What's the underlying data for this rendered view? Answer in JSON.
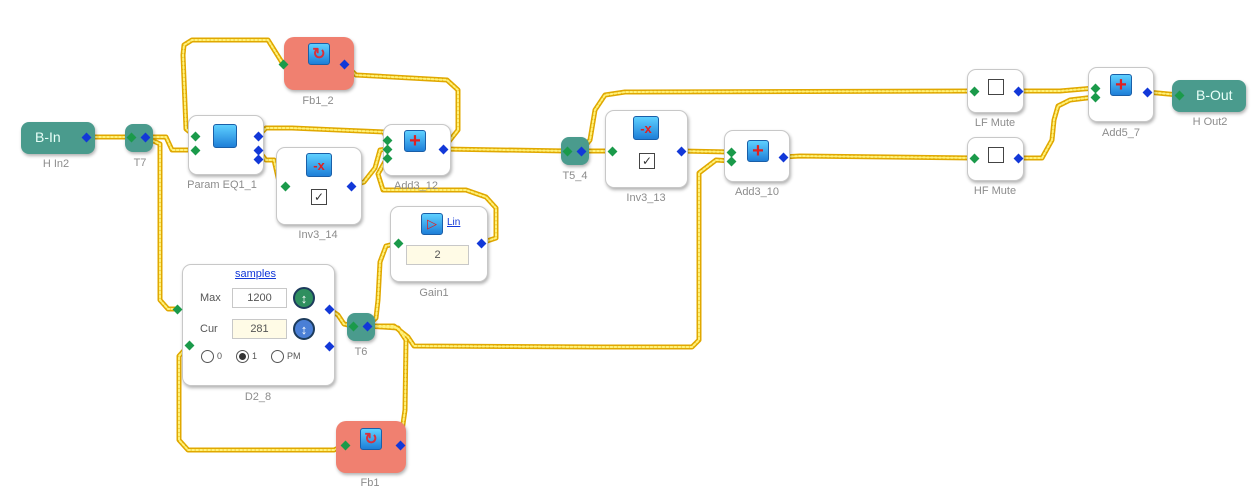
{
  "blocks": {
    "hin": {
      "title": "B-In",
      "label": "H In2"
    },
    "t7": {
      "label": "T7"
    },
    "peq": {
      "label": "Param EQ1_1"
    },
    "fb12": {
      "label": "Fb1_2"
    },
    "inv14": {
      "label": "Inv3_14",
      "icon": "-x"
    },
    "add12": {
      "label": "Add3_12"
    },
    "gain": {
      "label": "Gain1",
      "link": "Lin",
      "value": "2"
    },
    "delay": {
      "label": "D2_8",
      "link": "samples",
      "max_label": "Max",
      "max_value": "1200",
      "cur_label": "Cur",
      "cur_value": "281",
      "radio_options": [
        "0",
        "1",
        "PM"
      ],
      "selected": "1"
    },
    "t6": {
      "label": "T6"
    },
    "fb1": {
      "label": "Fb1"
    },
    "t54": {
      "label": "T5_4"
    },
    "inv13": {
      "label": "Inv3_13",
      "icon": "-x"
    },
    "add10": {
      "label": "Add3_10"
    },
    "lfmute": {
      "label": "LF Mute"
    },
    "hfmute": {
      "label": "HF Mute"
    },
    "add57": {
      "label": "Add5_7"
    },
    "hout": {
      "title": "B-Out",
      "label": "H Out2"
    }
  },
  "colors": {
    "wire": "#e0a800",
    "wire_highlight": "#fff27a",
    "input_port": "#1a9a4a",
    "output_port": "#1238d8",
    "io_block": "#4a9b8d",
    "feedback_block": "#f08070"
  },
  "icons": {
    "eq": "filter-icon",
    "feedback": "loop-arrow-icon",
    "add": "plus-icon",
    "gain": "amplifier-triangle-icon",
    "invert": "invert-icon",
    "mute": "checkbox-icon"
  }
}
